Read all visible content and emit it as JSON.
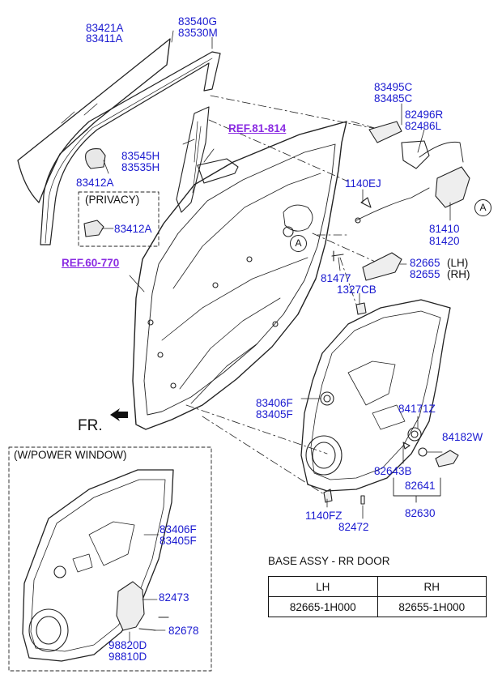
{
  "colors": {
    "part_number": "#1a1ad0",
    "reference": "#8a2be2",
    "line": "#222222"
  },
  "labels": {
    "p83421A": "83421A",
    "p83411A": "83411A",
    "p83540G": "83540G",
    "p83530M": "83530M",
    "p83495C": "83495C",
    "p83485C": "83485C",
    "p82496R": "82496R",
    "p82486L": "82486L",
    "p83545H": "83545H",
    "p83535H": "83535H",
    "p83412A_top": "83412A",
    "privacy": "(PRIVACY)",
    "p83412A_priv": "83412A",
    "p1140EJ": "1140EJ",
    "p81410": "81410",
    "p81420": "81420",
    "p81477": "81477",
    "p82665": "82665",
    "lh": "(LH)",
    "p82655": "82655",
    "rh": "(RH)",
    "p1327CB": "1327CB",
    "p83406F": "83406F",
    "p83405F": "83405F",
    "p84171Z": "84171Z",
    "p84182W": "84182W",
    "p82643B": "82643B",
    "p82641": "82641",
    "p82630": "82630",
    "p1140FZ": "1140FZ",
    "p82472": "82472",
    "p83406F_pw": "83406F",
    "p83405F_pw": "83405F",
    "p82473": "82473",
    "p82678": "82678",
    "p98820D": "98820D",
    "p98810D": "98810D"
  },
  "refs": {
    "ref81": "REF.81-814",
    "ref60": "REF.60-770"
  },
  "markers": {
    "a_right": "A",
    "a_left": "A"
  },
  "fr_label": "FR.",
  "power_window": {
    "caption": "(W/POWER WINDOW)"
  },
  "base_table": {
    "title": "BASE ASSY - RR DOOR",
    "header": [
      "LH",
      "RH"
    ],
    "row": [
      "82665-1H000",
      "82655-1H000"
    ]
  }
}
